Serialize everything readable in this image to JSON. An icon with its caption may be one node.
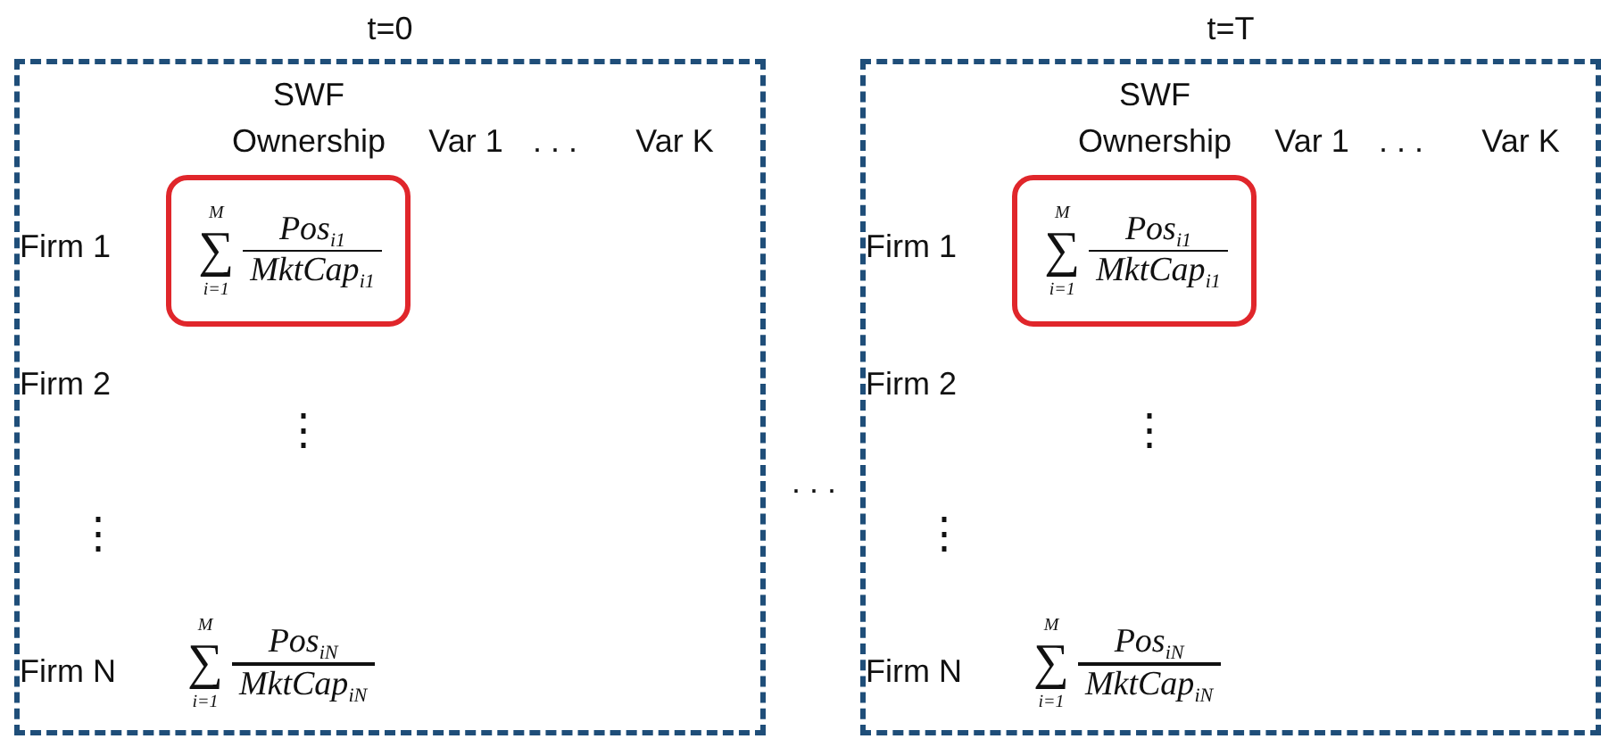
{
  "diagram": {
    "nodes": [
      {
        "text": [
          "t=0"
        ]
      },
      {
        "text": [
          "∑$_{i=1}$$^{M}$",
          "Pos$_{i1}$",
          "MktCap$_{i1}$"
        ],
        "in": 0
      },
      {
        "text": [
          "t=T"
        ]
      },
      {
        "text": [
          "∑$_{i=1}$$^{M}$",
          "Pos$_{i1}$",
          "MktCap$_{i1}$"
        ],
        "in": 2
      }
    ],
    "labels": [
      "SWF Ownership",
      "Var 1",
      ". . .",
      "Var K",
      "Firm 1",
      "Firm 2",
      "⋮",
      "⋮",
      "Firm N",
      "∑$_{i=1}$$^{M}$",
      "Pos$_{iN}$",
      "MktCap$_{iN}$",
      ". . .",
      "SWF Ownership",
      "Var 1",
      ". . .",
      "Var K",
      "Firm 1",
      "Firm 2",
      "⋮",
      "⋮",
      "Firm N",
      "∑$_{i=1}$$^{M}$",
      "Pos$_{iN}$",
      "MktCap$_{iN}$"
    ]
  }
}
